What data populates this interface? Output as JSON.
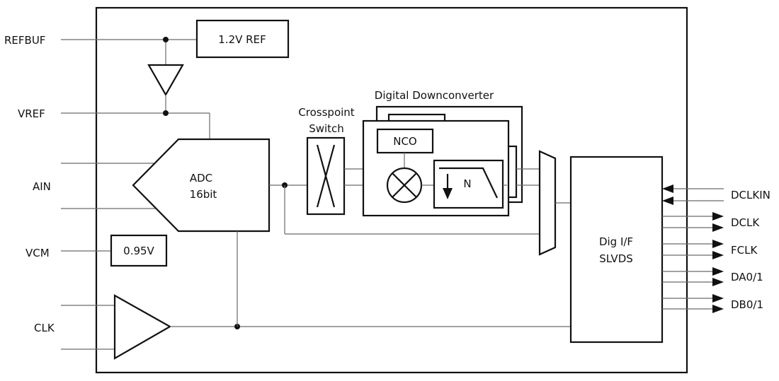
{
  "colors": {
    "line": "#6a6a6a",
    "outline": "#111111",
    "background": "#ffffff"
  },
  "pins_left": {
    "refbuf": "REFBUF",
    "vref": "VREF",
    "ain": "AIN",
    "vcm": "VCM",
    "clk": "CLK"
  },
  "pins_right": {
    "dclkin": "DCLKIN",
    "dclk": "DCLK",
    "fclk": "FCLK",
    "da": "DA0/1",
    "db": "DB0/1"
  },
  "blocks": {
    "ref": "1.2V REF",
    "vcm_ref": "0.95V",
    "adc_line1": "ADC",
    "adc_line2": "16bit",
    "crosspoint_line1": "Crosspoint",
    "crosspoint_line2": "Switch",
    "ddc_title": "Digital Downconverter",
    "nco": "NCO",
    "decimation": "N",
    "digif_line1": "Dig I/F",
    "digif_line2": "SLVDS"
  },
  "icons": [
    "mixer-icon",
    "down-arrow-icon",
    "lowpass-filter-icon",
    "buffer-triangle-icon",
    "clock-buffer-icon",
    "mux-icon"
  ]
}
